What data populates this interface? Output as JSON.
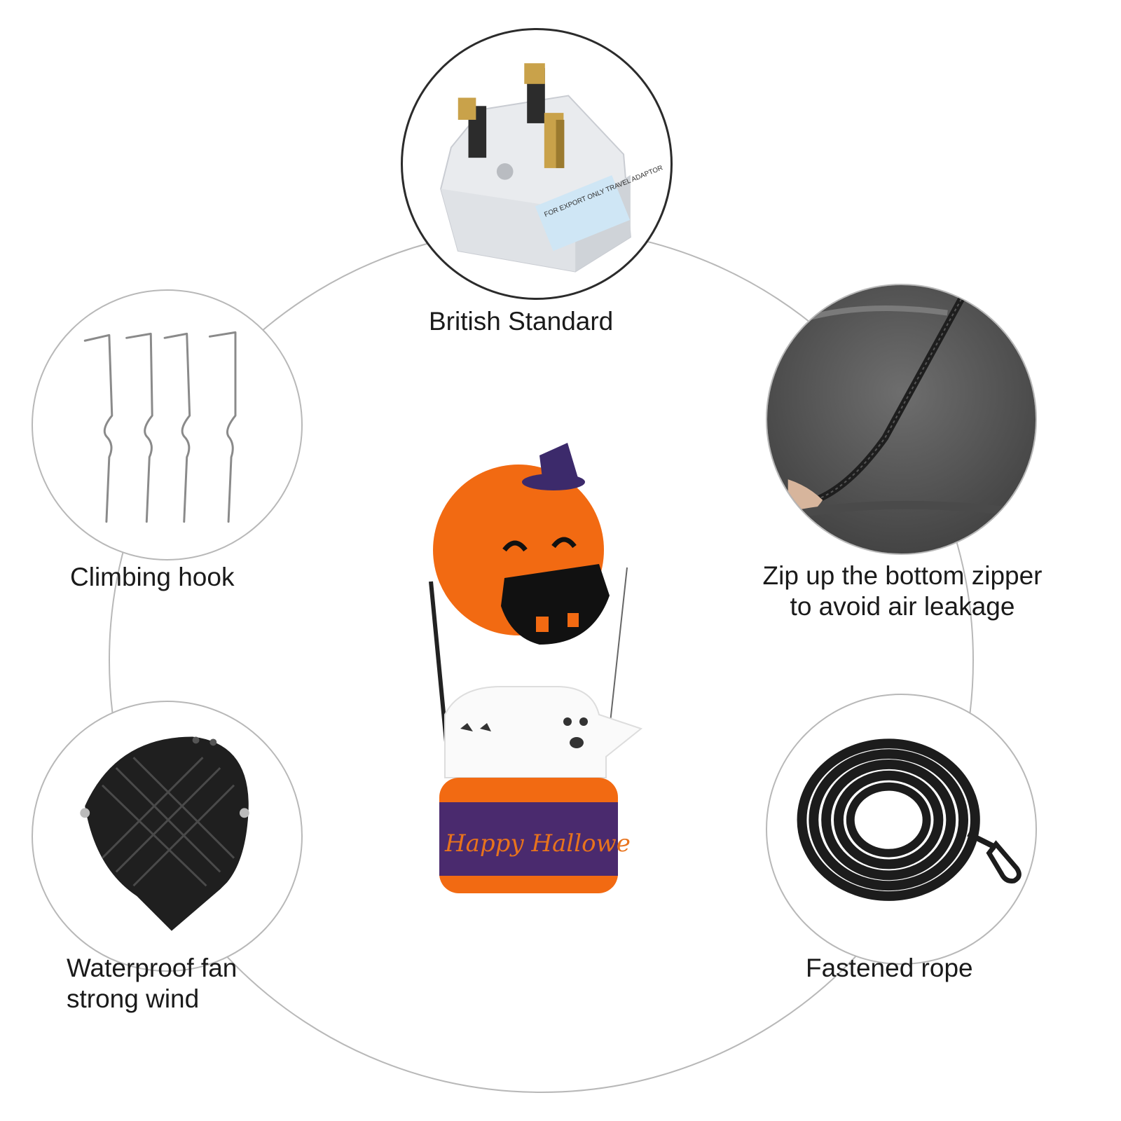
{
  "features": {
    "plug": {
      "label": "British Standard",
      "sticker_text": "FOR EXPORT ONLY TRAVEL ADAPTOR"
    },
    "hook": {
      "label": "Climbing hook"
    },
    "zipper": {
      "label_line1": "Zip up the bottom zipper",
      "label_line2": "to avoid air leakage"
    },
    "fan": {
      "label_line1": "Waterproof fan",
      "label_line2": "strong wind"
    },
    "rope": {
      "label": "Fastened rope"
    }
  },
  "product": {
    "banner_text": "Happy Hallowe",
    "colors": {
      "pumpkin": "#f26a12",
      "banner": "#4a2a6e",
      "banner_text": "#e8731c",
      "ghost": "#ffffff"
    }
  }
}
